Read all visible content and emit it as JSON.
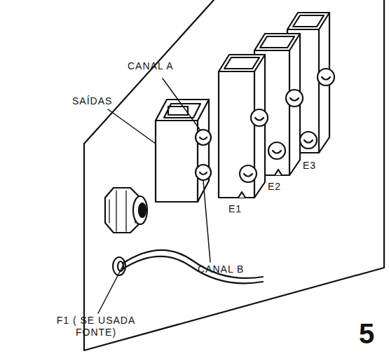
{
  "diagram": {
    "labels": [
      "CANAL A",
      "SAÍDAS",
      "CANAL B",
      "E1",
      "E2",
      "E3",
      "F1 ( SE USADA FONTE)",
      "5"
    ]
  }
}
